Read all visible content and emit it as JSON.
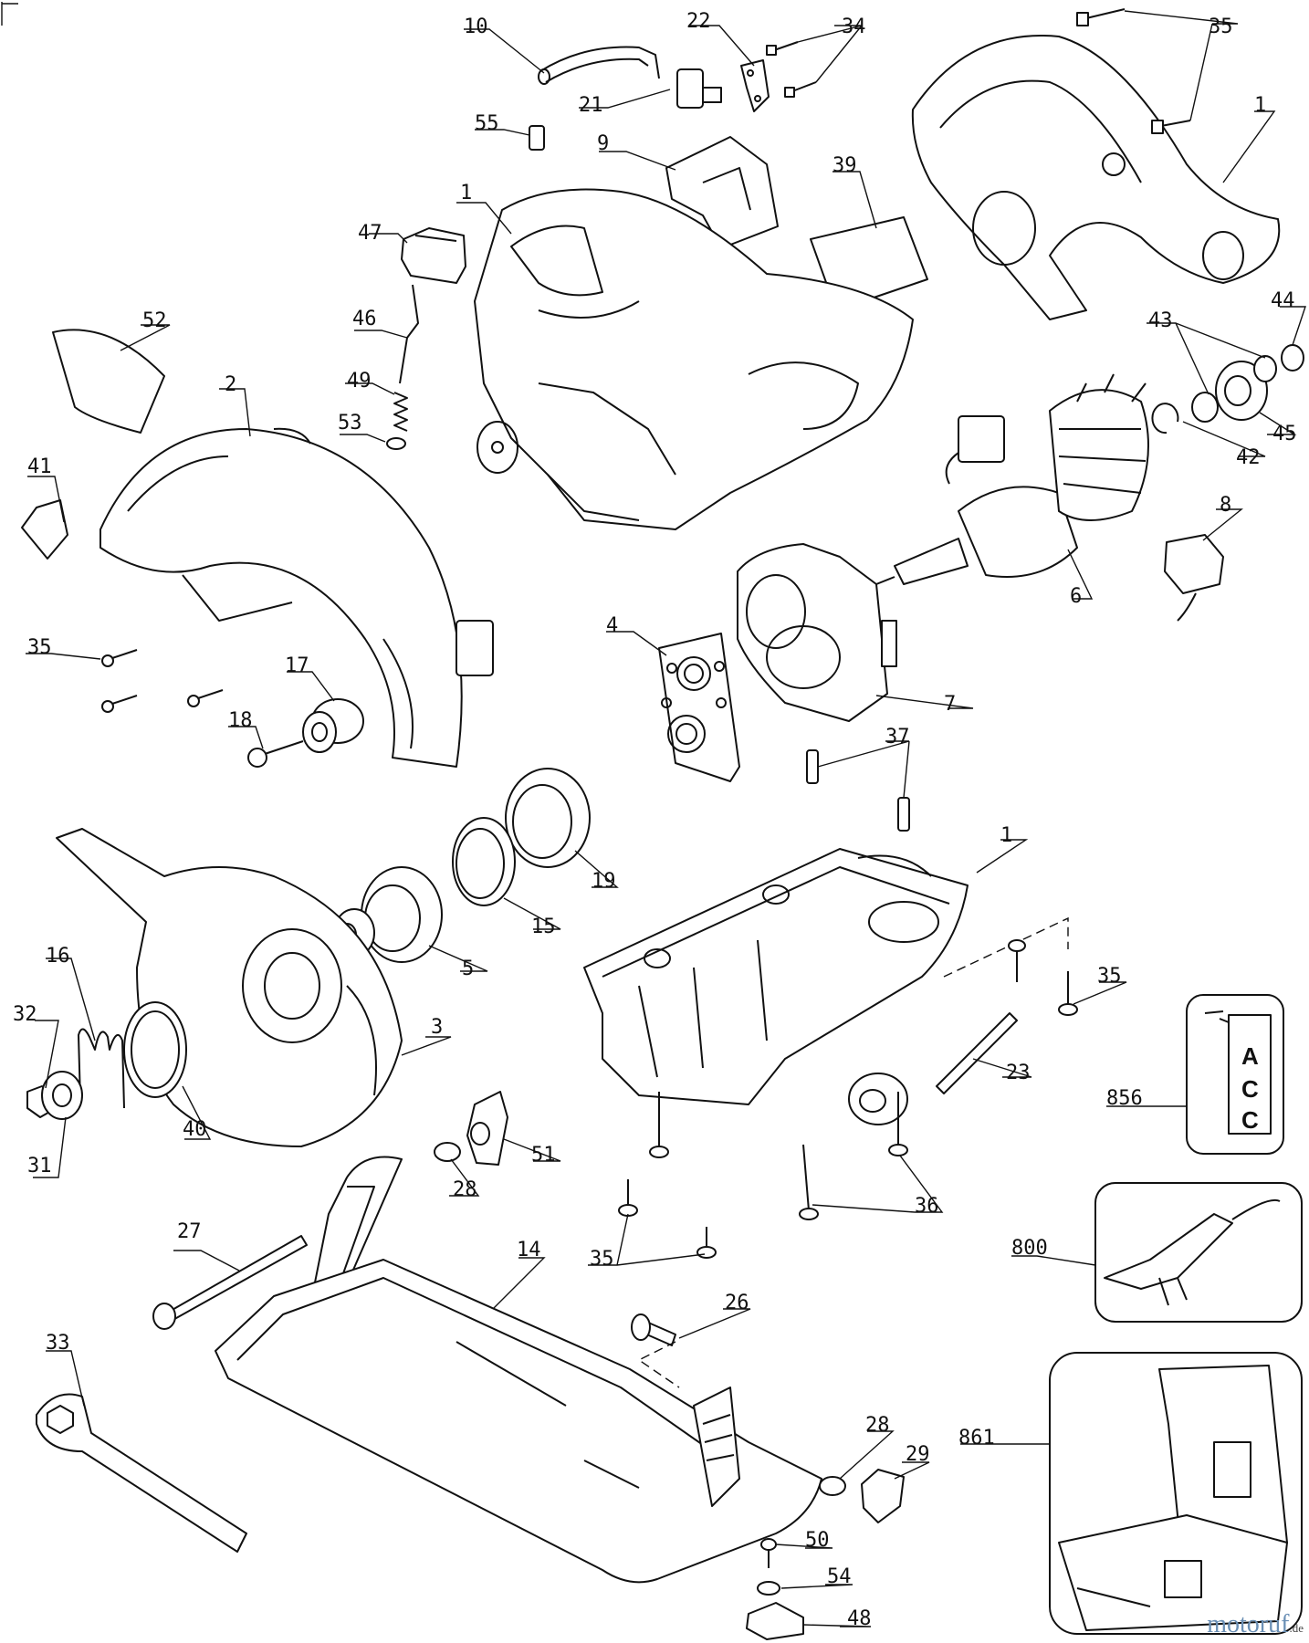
{
  "diagram": {
    "labels": [
      "10",
      "22",
      "34",
      "35",
      "1",
      "21",
      "55",
      "9",
      "39",
      "47",
      "1",
      "52",
      "46",
      "44",
      "43",
      "2",
      "49",
      "53",
      "45",
      "42",
      "41",
      "8",
      "6",
      "35",
      "4",
      "17",
      "7",
      "18",
      "37",
      "19",
      "1",
      "15",
      "5",
      "16",
      "35",
      "32",
      "3",
      "23",
      "856",
      "40",
      "51",
      "31",
      "28",
      "36",
      "27",
      "14",
      "35",
      "800",
      "26",
      "33",
      "28",
      "29",
      "861",
      "50",
      "54",
      "48"
    ],
    "acc_tag_text": [
      "A",
      "C",
      "C"
    ]
  },
  "watermark": {
    "brand": "motoruf",
    "tld": ".de"
  }
}
